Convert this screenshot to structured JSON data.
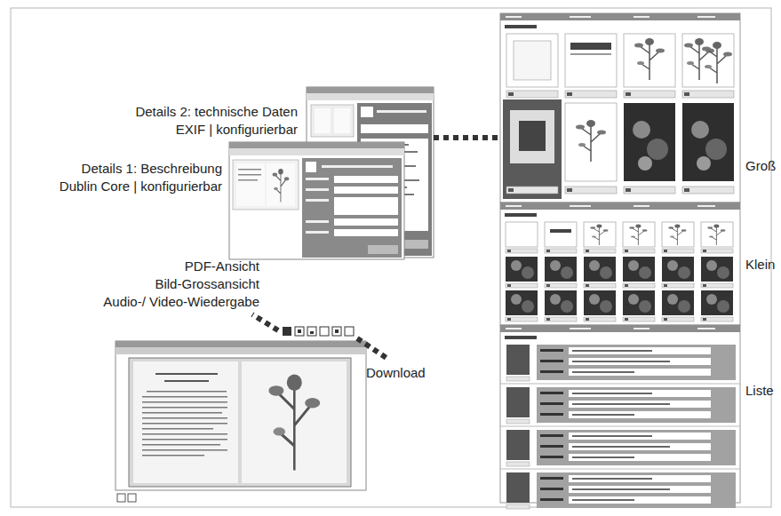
{
  "diagram": {
    "nodes": [
      {
        "text": [
          "Details 2: technische Daten",
          "EXIF | konfigurierbar"
        ]
      },
      {
        "text": [
          "Details 1: Beschreibung",
          "Dublin Core | konfigurierbar"
        ]
      },
      {
        "text": [
          "Groß"
        ]
      },
      {
        "text": [
          "Klein"
        ]
      },
      {
        "text": [
          "Liste"
        ]
      }
    ],
    "edges": [
      {
        "from": 0,
        "to": 2,
        "arrow": "none"
      }
    ],
    "labels": [
      "PDF-Ansicht",
      "Bild-Grossansicht",
      "Audio-/ Video-Wiedergabe",
      "Download"
    ]
  }
}
